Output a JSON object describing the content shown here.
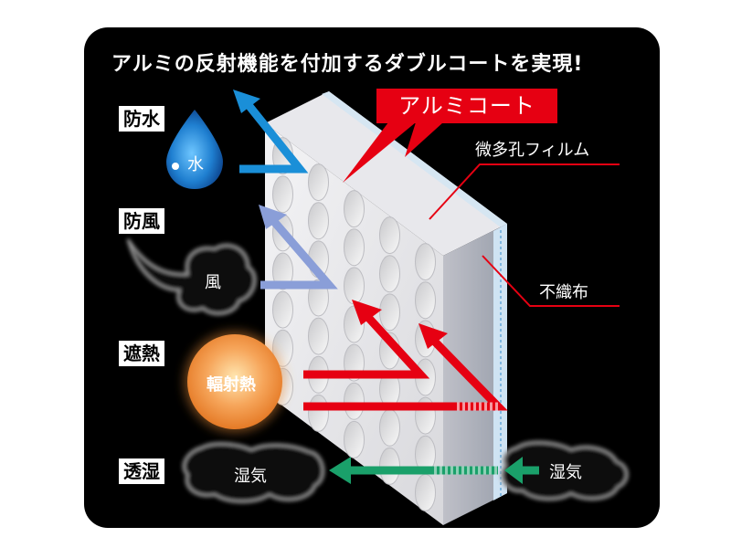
{
  "headline": "アルミの反射機能を付加するダブルコートを実現!",
  "labels": {
    "waterproof": "防水",
    "windproof": "防風",
    "heat_shield": "遮熱",
    "breathable": "透湿",
    "water": "水",
    "wind": "風",
    "radiant_heat": "輻射熱",
    "humidity_in": "湿気",
    "humidity_out": "湿気",
    "aluminum_coat": "アルミコート",
    "microporous_film": "微多孔フィルム",
    "nonwoven": "不織布"
  },
  "colors": {
    "panel_bg": "#000000",
    "water_arrow": "#1a8fd8",
    "wind_arrow": "#8a9ed8",
    "heat_arrow": "#e60012",
    "humidity_arrow": "#1aa06a",
    "callout": "#e60012"
  }
}
